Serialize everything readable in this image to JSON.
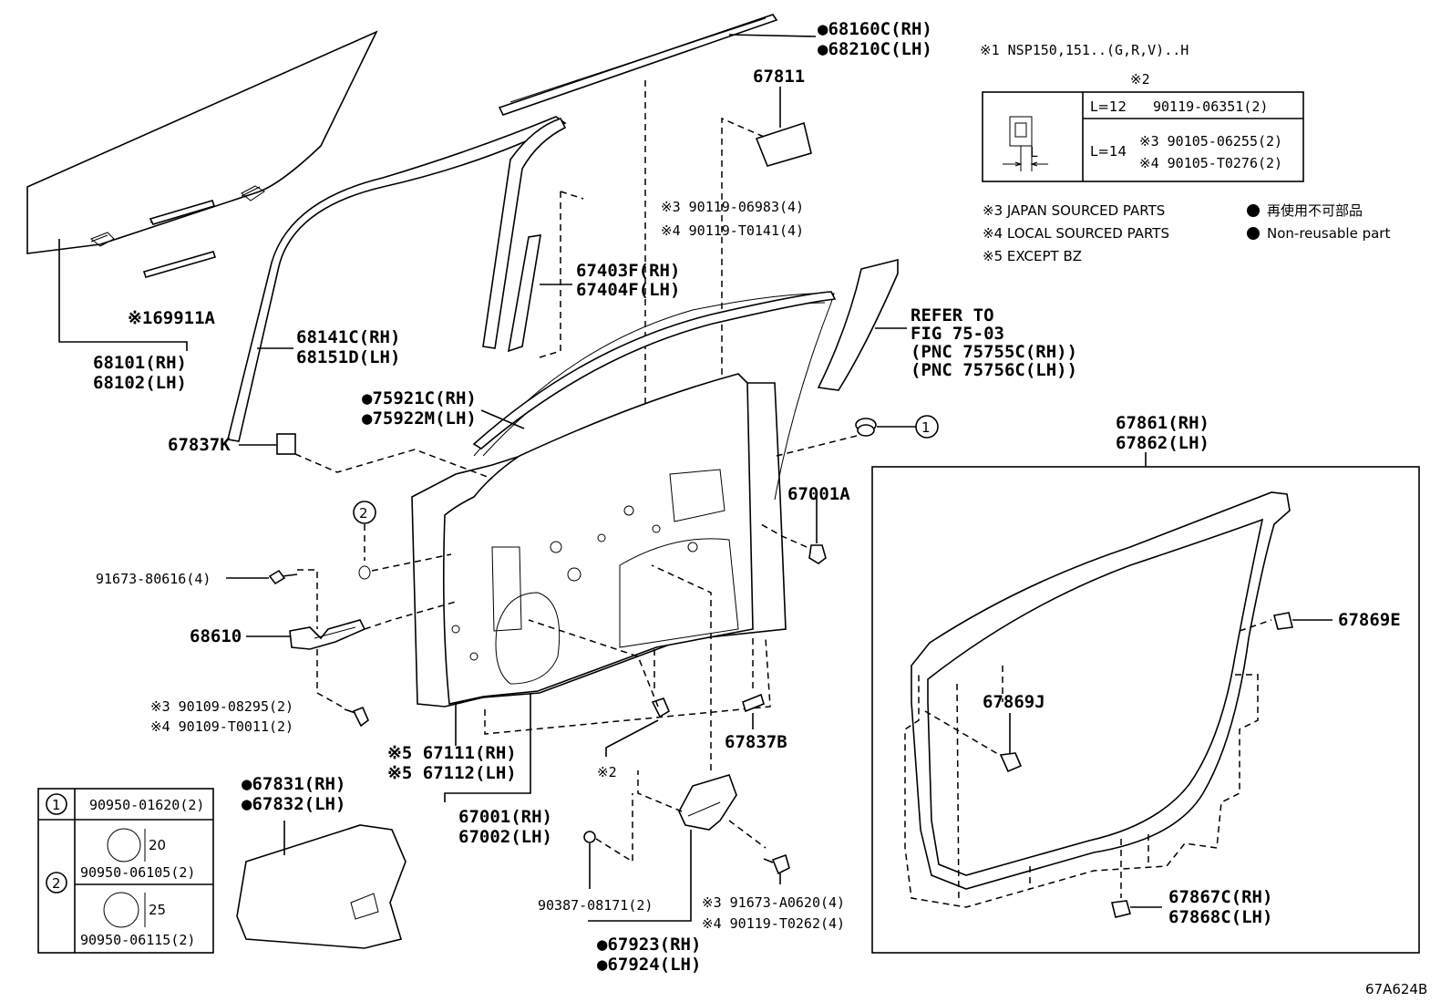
{
  "figure_code": "67A624B",
  "notes": {
    "n1": "※1 NSP150,151..(G,R,V)..H",
    "n2_mark": "※2",
    "n3": "※3 JAPAN SOURCED PARTS",
    "n4": "※4 LOCAL SOURCED PARTS",
    "n5": "※5 EXCEPT BZ",
    "nonreusable_jp": "再使用不可部品",
    "nonreusable_en": "Non-reusable part"
  },
  "screw_table": {
    "r1_len": "L=12",
    "r1_part": "90119-06351(2)",
    "r2_len": "L=14",
    "r2_part_a": "※3 90105-06255(2)",
    "r2_part_b": "※4 90105-T0276(2)",
    "dim_label": "L"
  },
  "refer": {
    "l1": "REFER TO",
    "l2": "FIG 75-03",
    "l3": "(PNC 75755C(RH))",
    "l4": "(PNC 75756C(LH))"
  },
  "labels": {
    "p68160": "●68160C(RH)",
    "p68210": "●68210C(LH)",
    "p67811": "67811",
    "p90119_a": "※3 90119-06983(4)",
    "p90119_b": "※4 90119-T0141(4)",
    "p67403": "67403F(RH)",
    "p67404": "67404F(LH)",
    "p69911": "※169911A",
    "p68101": "68101(RH)",
    "p68102": "68102(LH)",
    "p68141": "68141C(RH)",
    "p68151": "68151D(LH)",
    "p75921": "●75921C(RH)",
    "p75922": "●75922M(LH)",
    "p67837k": "67837K",
    "p67001a": "67001A",
    "p91673": "91673-80616(4)",
    "p68610": "68610",
    "p90109_a": "※3 90109-08295(2)",
    "p90109_b": "※4 90109-T0011(2)",
    "p67111": "※5 67111(RH)",
    "p67112": "※5 67112(LH)",
    "p67001": "67001(RH)",
    "p67002": "67002(LH)",
    "p67837b": "67837B",
    "p_mark2": "※2",
    "p67861": "67861(RH)",
    "p67862": "67862(LH)",
    "p67869e": "67869E",
    "p67869j": "67869J",
    "p67867": "67867C(RH)",
    "p67868": "67868C(LH)",
    "p67831": "●67831(RH)",
    "p67832": "●67832(LH)",
    "p90387": "90387-08171(2)",
    "p91673a": "※3 91673-A0620(4)",
    "p90119t": "※4 90119-T0262(4)",
    "p67923": "●67923(RH)",
    "p67924": "●67924(LH)"
  },
  "callouts": {
    "c1": "1",
    "c2": "2"
  },
  "plug_table": {
    "row1_no": "1",
    "row1_part": "90950-01620(2)",
    "row2_no": "2",
    "row2a_dim": "20",
    "row2a_part": "90950-06105(2)",
    "row2b_dim": "25",
    "row2b_part": "90950-06115(2)"
  }
}
